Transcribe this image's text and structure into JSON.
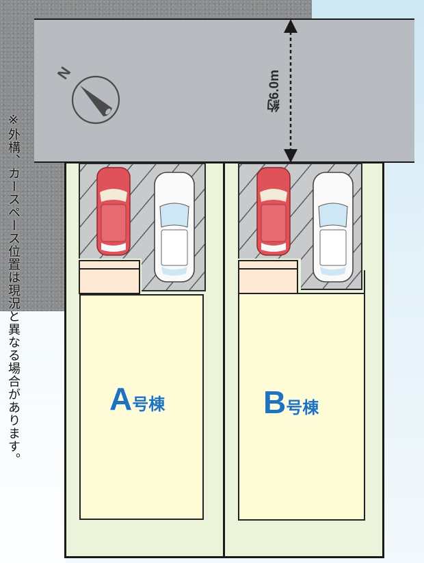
{
  "diagram": {
    "type": "site_plan",
    "road": {
      "width_label": "約6.0m"
    },
    "compass": {
      "label": "N"
    },
    "note": "※外構、カースペース位置は現況と異なる場合があります。",
    "buildings": [
      {
        "letter": "A",
        "suffix": "号棟",
        "parking_cars": [
          "red-compact",
          "white-sedan"
        ]
      },
      {
        "letter": "B",
        "suffix": "号棟",
        "parking_cars": [
          "red-compact",
          "white-sedan"
        ]
      }
    ],
    "colors": {
      "road": "#b8bbbf",
      "lot": "#ebf3da",
      "house": "#fefbd7",
      "porch": "#fde9d4",
      "parking": "#c8cacc",
      "label": "#1f73bb",
      "red_car": "#e0525a",
      "white_car_glass": "#cfe6f5"
    }
  }
}
